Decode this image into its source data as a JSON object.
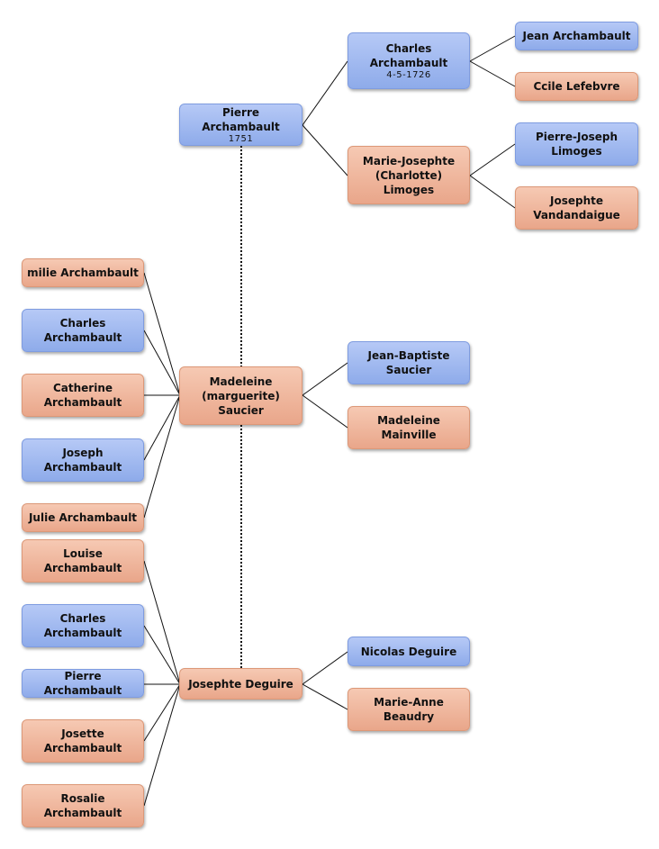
{
  "colors": {
    "male": "#9db5ef",
    "female": "#eeb296",
    "line": "#111111"
  },
  "persons": {
    "pierre": {
      "name": "Pierre Archambault",
      "date": "1751"
    },
    "charles_sr": {
      "name": "Charles Archambault",
      "date": "4-5-1726"
    },
    "marie_josephte": {
      "name": "Marie-Josephte (Charlotte) Limoges"
    },
    "jean_arch": {
      "name": "Jean Archambault"
    },
    "ccile": {
      "name": "Ccile Lefebvre"
    },
    "pierre_joseph": {
      "name": "Pierre-Joseph Limoges"
    },
    "josephte_v": {
      "name": "Josephte Vandandaigue"
    },
    "madeleine": {
      "name": "Madeleine (marguerite) Saucier"
    },
    "jean_baptiste": {
      "name": "Jean-Baptiste Saucier"
    },
    "madeleine_m": {
      "name": "Madeleine Mainville"
    },
    "josephte_d": {
      "name": "Josephte Deguire"
    },
    "nicolas": {
      "name": "Nicolas Deguire"
    },
    "marie_anne": {
      "name": "Marie-Anne Beaudry"
    },
    "milie": {
      "name": "milie Archambault"
    },
    "charles_c1": {
      "name": "Charles Archambault"
    },
    "catherine": {
      "name": "Catherine Archambault"
    },
    "joseph": {
      "name": "Joseph Archambault"
    },
    "julie": {
      "name": "Julie Archambault"
    },
    "louise": {
      "name": "Louise Archambault"
    },
    "charles_c2": {
      "name": "Charles Archambault"
    },
    "pierre_c": {
      "name": "Pierre Archambault"
    },
    "josette": {
      "name": "Josette Archambault"
    },
    "rosalie": {
      "name": "Rosalie Archambault"
    }
  }
}
